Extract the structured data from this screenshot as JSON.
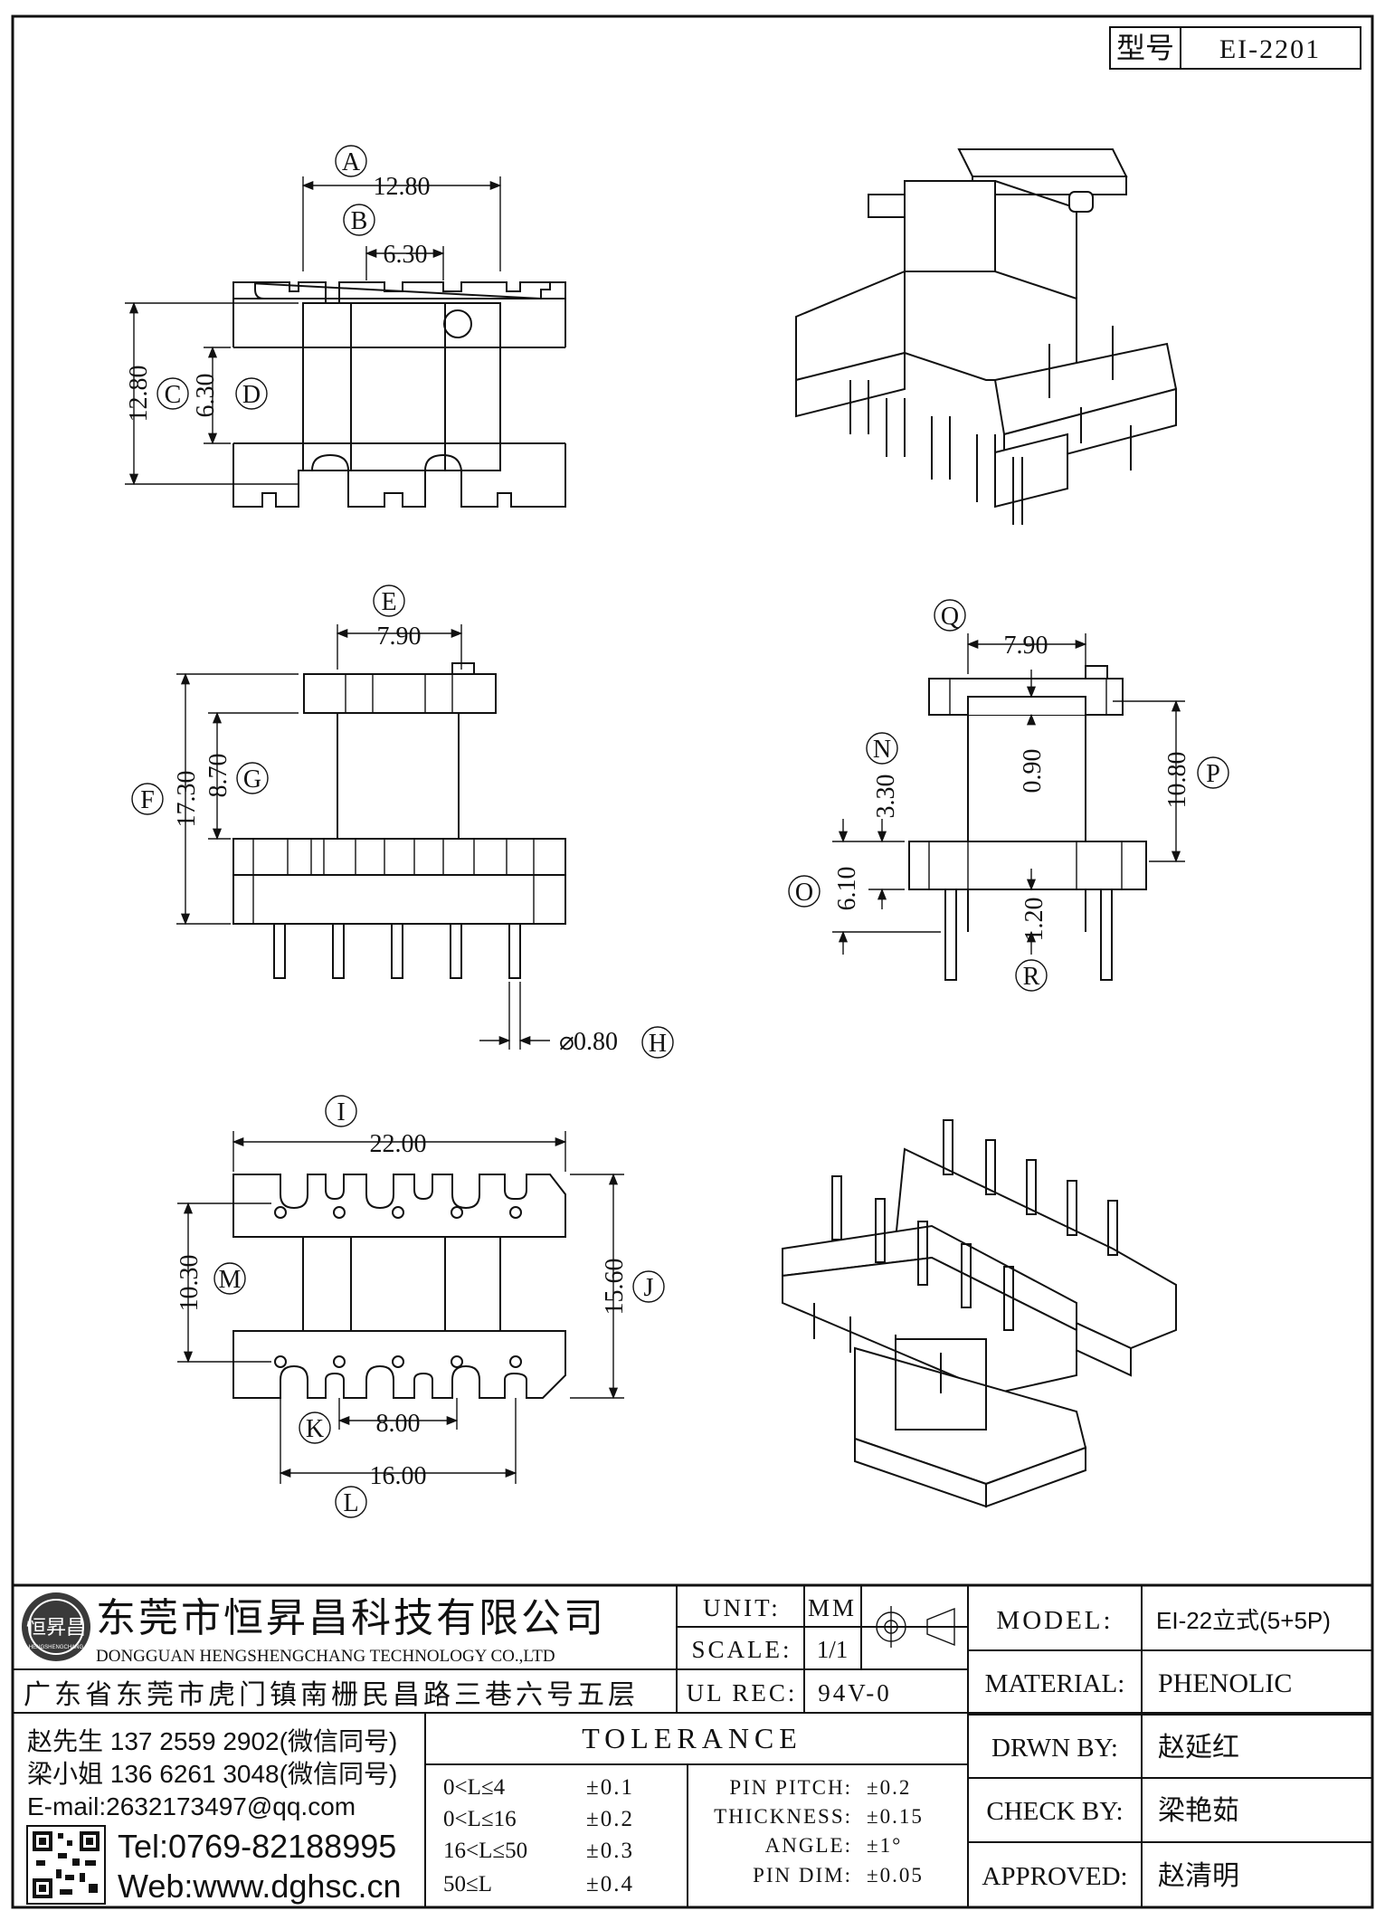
{
  "header": {
    "label": "型号",
    "value": "EI-2201"
  },
  "dims": {
    "top": {
      "A": "12.80",
      "B": "6.30",
      "C": "12.80",
      "D": "6.30",
      "A_tag": "A",
      "B_tag": "B",
      "C_tag": "C",
      "D_tag": "D"
    },
    "side": {
      "E": "7.90",
      "F": "17.30",
      "G": "8.70",
      "H": "0.80",
      "E_tag": "E",
      "F_tag": "F",
      "G_tag": "G",
      "H_tag": "H"
    },
    "front": {
      "Q": "7.90",
      "N": "3.30",
      "P": "10.80",
      "gap": "0.90",
      "O": "6.10",
      "R": "1.20",
      "Q_tag": "Q",
      "N_tag": "N",
      "P_tag": "P",
      "O_tag": "O",
      "R_tag": "R"
    },
    "bottom": {
      "I": "22.00",
      "M": "10.30",
      "J": "15.60",
      "K": "8.00",
      "L": "16.00",
      "I_tag": "I",
      "M_tag": "M",
      "J_tag": "J",
      "K_tag": "K",
      "L_tag": "L"
    }
  },
  "company": {
    "logo_text": "恒昇昌",
    "logo_sub": "HENGSHENGCHANG",
    "name_cn": "东莞市恒昇昌科技有限公司",
    "name_en": "DONGGUAN HENGSHENGCHANG TECHNOLOGY CO.,LTD",
    "address": "广东省东莞市虎门镇南栅民昌路三巷六号五层"
  },
  "contacts": [
    "赵先生 137 2559 2902(微信同号)",
    "梁小姐 136 6261 3048(微信同号)",
    "E-mail:2632173497@qq.com"
  ],
  "tel": "Tel:0769-82188995",
  "web": "Web:www.dghsc.cn",
  "specs": {
    "unit_label": "UNIT:",
    "unit_value": "MM",
    "scale_label": "SCALE:",
    "scale_value": "1/1",
    "ul_label": "UL REC:",
    "ul_value": "94V-0"
  },
  "tolerance": {
    "title": "TOLERANCE",
    "ranges": [
      {
        "range": "0<L≤4",
        "tol": "±0.1"
      },
      {
        "range": "0<L≤16",
        "tol": "±0.2"
      },
      {
        "range": "16<L≤50",
        "tol": "±0.3"
      },
      {
        "range": "50≤L",
        "tol": "±0.4"
      }
    ],
    "others": [
      {
        "label": "PIN PITCH:",
        "tol": "±0.2"
      },
      {
        "label": "THICKNESS:",
        "tol": "±0.15"
      },
      {
        "label": "ANGLE:",
        "tol": "±1°"
      },
      {
        "label": "PIN DIM:",
        "tol": "±0.05"
      }
    ]
  },
  "info": [
    {
      "label": "MODEL:",
      "value": "EI-22立式(5+5P)"
    },
    {
      "label": "MATERIAL:",
      "value": "PHENOLIC"
    },
    {
      "label": "DRWN BY:",
      "value": "赵延红"
    },
    {
      "label": "CHECK BY:",
      "value": "梁艳茹"
    },
    {
      "label": "APPROVED:",
      "value": "赵清明"
    }
  ]
}
